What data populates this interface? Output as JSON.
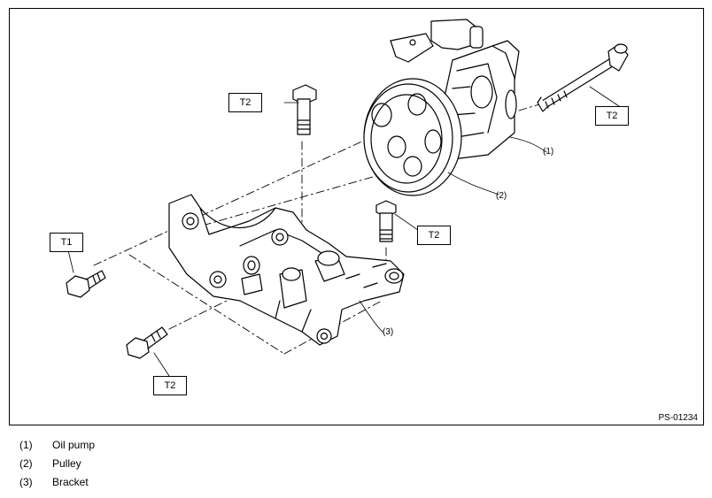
{
  "figure_code": "PS-01234",
  "torque_labels": {
    "t1": "T1",
    "t2_upper_bolt": "T2",
    "t2_long_bolt": "T2",
    "t2_middle_bolt": "T2",
    "t2_lower_bolt": "T2"
  },
  "callouts": {
    "oil_pump": "(1)",
    "pulley": "(2)",
    "bracket": "(3)"
  },
  "legend": [
    {
      "num": "(1)",
      "name": "Oil pump"
    },
    {
      "num": "(2)",
      "name": "Pulley"
    },
    {
      "num": "(3)",
      "name": "Bracket"
    }
  ]
}
